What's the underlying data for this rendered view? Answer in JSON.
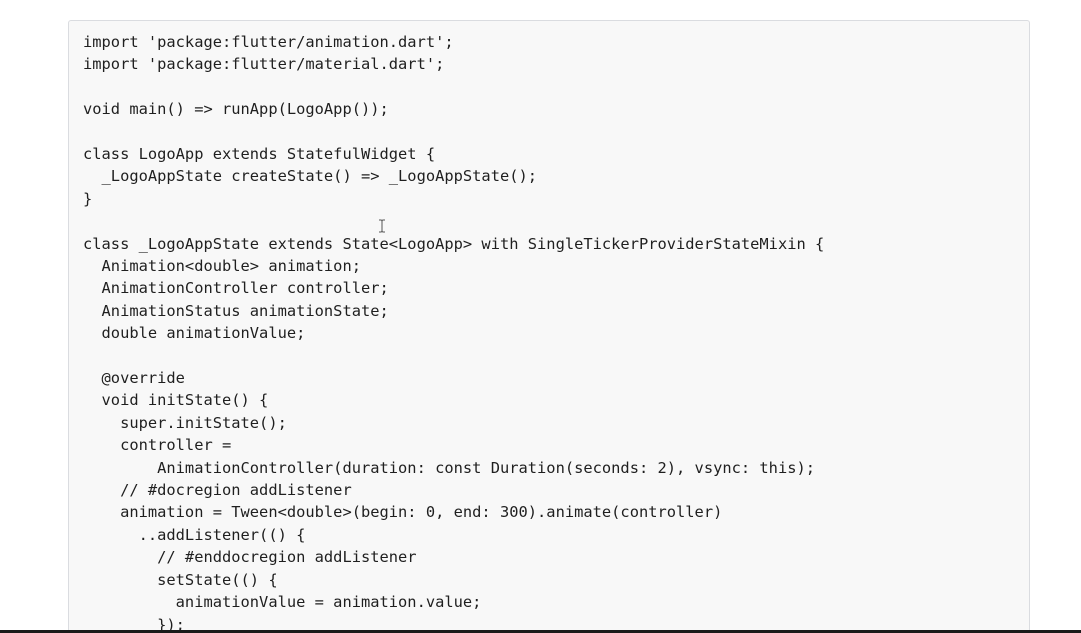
{
  "code": {
    "lines": [
      "import 'package:flutter/animation.dart';",
      "import 'package:flutter/material.dart';",
      "",
      "void main() => runApp(LogoApp());",
      "",
      "class LogoApp extends StatefulWidget {",
      "  _LogoAppState createState() => _LogoAppState();",
      "}",
      "",
      "class _LogoAppState extends State<LogoApp> with SingleTickerProviderStateMixin {",
      "  Animation<double> animation;",
      "  AnimationController controller;",
      "  AnimationStatus animationState;",
      "  double animationValue;",
      "",
      "  @override",
      "  void initState() {",
      "    super.initState();",
      "    controller =",
      "        AnimationController(duration: const Duration(seconds: 2), vsync: this);",
      "    // #docregion addListener",
      "    animation = Tween<double>(begin: 0, end: 300).animate(controller)",
      "      ..addListener(() {",
      "        // #enddocregion addListener",
      "        setState(() {",
      "          animationValue = animation.value;",
      "        });"
    ]
  },
  "cursor_icon": "text-cursor-icon",
  "colors": {
    "panel_background": "#f8f8f8",
    "panel_border": "#dadce0",
    "code_text": "#1f1f1f"
  }
}
